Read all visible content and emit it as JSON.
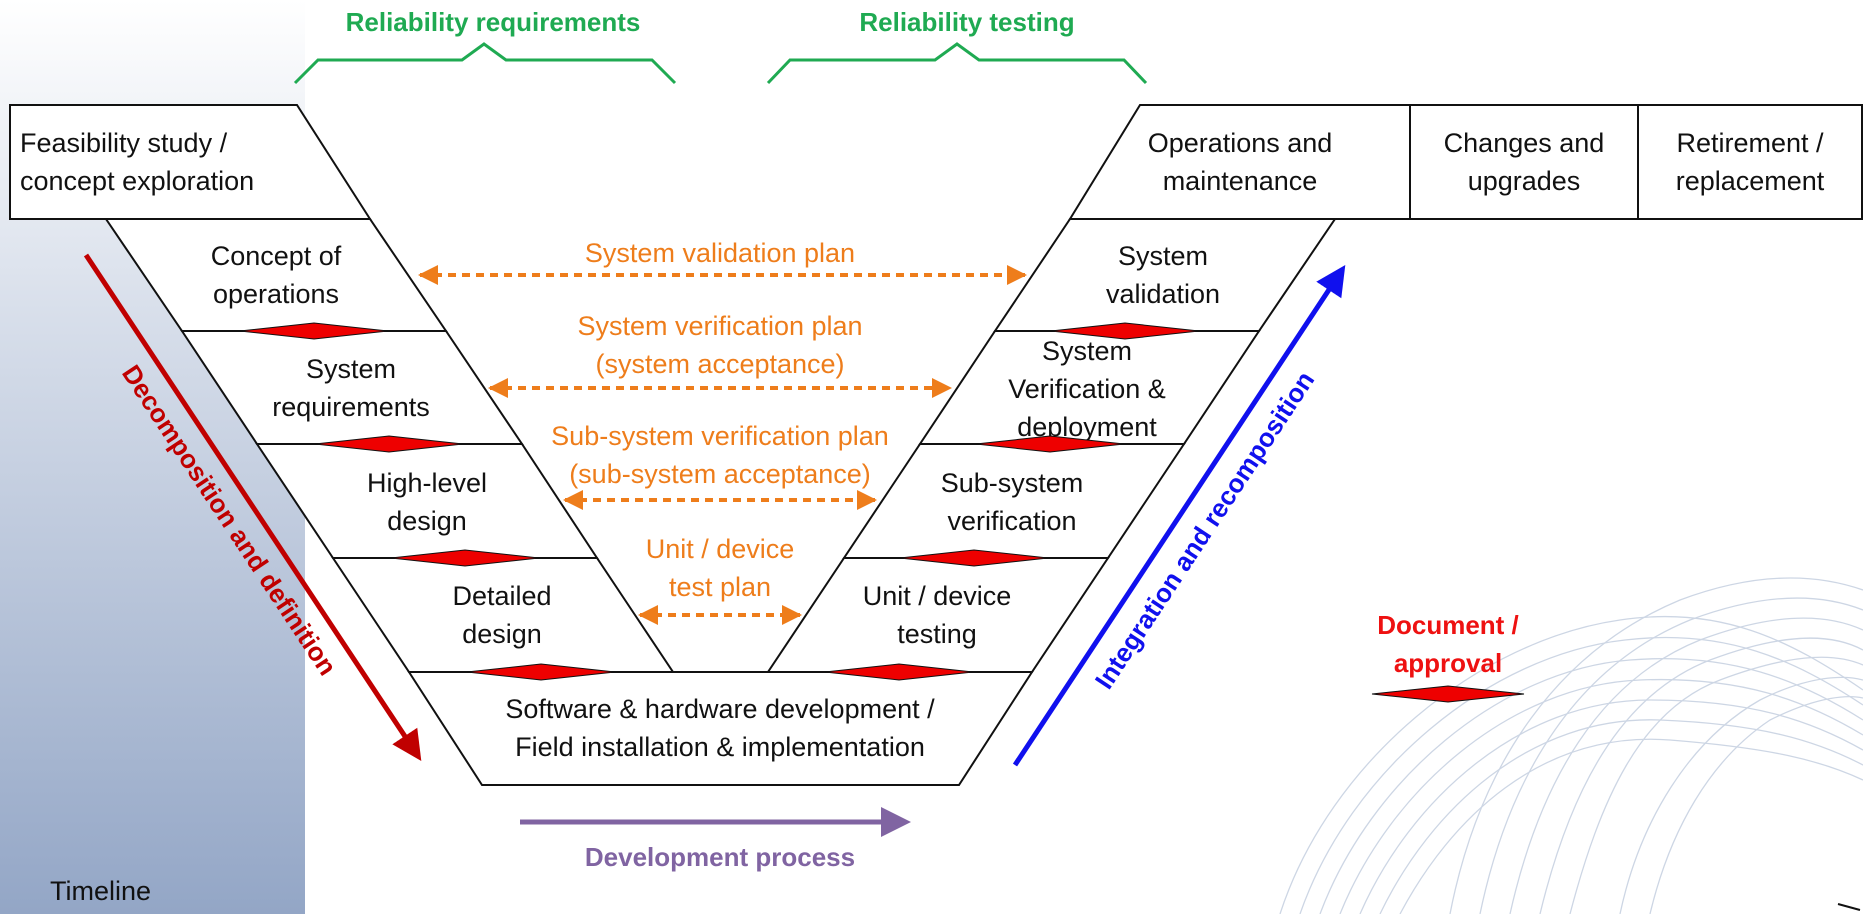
{
  "brackets": {
    "left_label": "Reliability requirements",
    "right_label": "Reliability testing"
  },
  "top_left_box": {
    "line1": "Feasibility study /",
    "line2": "concept exploration"
  },
  "top_right_boxes": [
    {
      "line1": "Operations and",
      "line2": "maintenance"
    },
    {
      "line1": "Changes and",
      "line2": "upgrades"
    },
    {
      "line1": "Retirement /",
      "line2": "replacement"
    }
  ],
  "left_stages": [
    {
      "line1": "Concept of",
      "line2": "operations"
    },
    {
      "line1": "System",
      "line2": "requirements"
    },
    {
      "line1": "High-level",
      "line2": "design"
    },
    {
      "line1": "Detailed",
      "line2": "design"
    }
  ],
  "right_stages": [
    {
      "line1": "System",
      "line2": "validation",
      "line3": ""
    },
    {
      "line1": "System",
      "line2": "Verification &",
      "line3": "deployment"
    },
    {
      "line1": "Sub-system",
      "line2": "verification",
      "line3": ""
    },
    {
      "line1": "Unit / device",
      "line2": "testing",
      "line3": ""
    }
  ],
  "bottom_box": {
    "line1": "Software & hardware development /",
    "line2": "Field installation & implementation"
  },
  "plans": [
    {
      "line1": "System validation plan",
      "line2": ""
    },
    {
      "line1": "System verification plan",
      "line2": "(system acceptance)"
    },
    {
      "line1": "Sub-system verification plan",
      "line2": "(sub-system acceptance)"
    },
    {
      "line1": "Unit / device",
      "line2": "test plan"
    }
  ],
  "side_arrows": {
    "left_label": "Decomposition and definition",
    "right_label": "Integration and recomposition"
  },
  "development_process": "Development process",
  "legend": {
    "line1": "Document /",
    "line2": "approval"
  },
  "timeline": "Timeline",
  "colors": {
    "green": "#1faa52",
    "orange": "#ee7d1b",
    "dark_red": "#c00000",
    "blue": "#1010ee",
    "purple": "#8064a2",
    "diamond_red": "#ee0000",
    "sidebar_top": "#ffffff",
    "sidebar_bottom": "#93a6c6"
  }
}
